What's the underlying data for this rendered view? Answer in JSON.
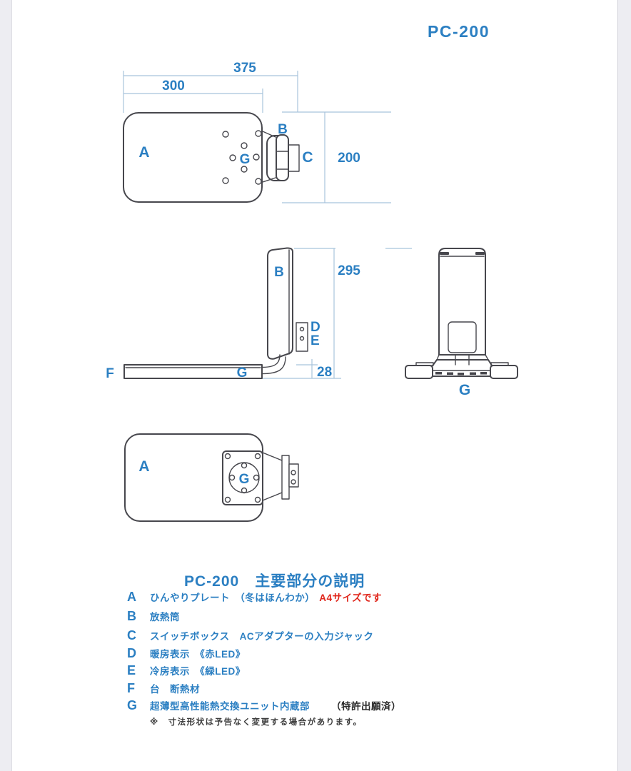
{
  "page": {
    "title": "PC-200",
    "footnote": "※　寸法形状は予告なく変更する場合があります。"
  },
  "drawing": {
    "top_view": {
      "dim_total_width": "375",
      "dim_plate_width": "300",
      "dim_depth": "200",
      "label_plate": "A",
      "label_tube": "B",
      "label_switchbox": "C",
      "label_unit": "G"
    },
    "side_view": {
      "dim_height": "295",
      "dim_base_thickness": "28",
      "label_tube": "B",
      "label_heat_led": "D",
      "label_cool_led": "E",
      "label_base": "F",
      "label_unit": "G"
    },
    "rear_view": {
      "label_unit": "G"
    },
    "bottom_view": {
      "label_plate": "A",
      "label_unit": "G"
    }
  },
  "legend": {
    "title": "PC-200　主要部分の説明",
    "items": [
      {
        "key": "A",
        "text": "ひんやりプレート　（冬はほんわか）",
        "highlight": "A4サイズです"
      },
      {
        "key": "B",
        "text": "放熱筒"
      },
      {
        "key": "C",
        "text": "スイッチボックス　ACアダプターの入力ジャック"
      },
      {
        "key": "D",
        "text": "暖房表示　《赤LED》"
      },
      {
        "key": "E",
        "text": "冷房表示　《緑LED》"
      },
      {
        "key": "F",
        "text": "台　断熱材"
      },
      {
        "key": "G",
        "text": "超薄型高性能熱交換ユニット内蔵部",
        "note": "（特許出願済）"
      }
    ]
  },
  "colors": {
    "label_blue": "#2b7fc2",
    "dim_line_blue": "#a8c4dc",
    "outline_gray": "#47474d",
    "highlight_red": "#e0251a",
    "footnote_gray": "#3d3d3d"
  }
}
